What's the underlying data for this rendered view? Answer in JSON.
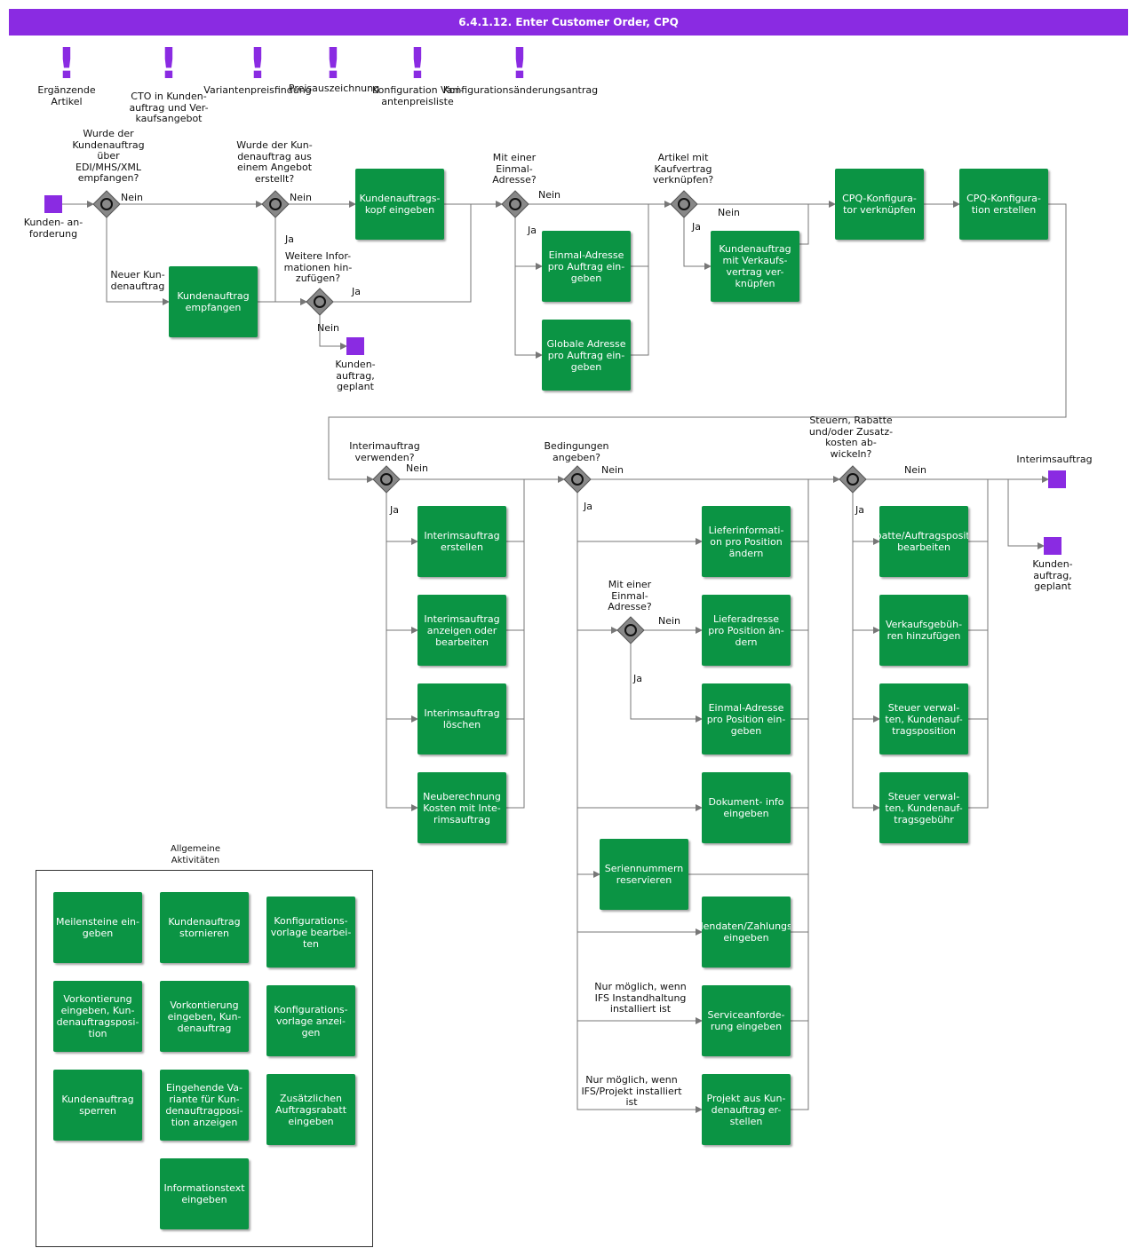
{
  "title": "6.4.1.12. Enter Customer Order, CPQ",
  "colors": {
    "header": "#8a2be2",
    "activity": "#0b9444",
    "event": "#8a2be2",
    "gateway": "#888888"
  },
  "notes": [
    "Ergänzende\nArtikel",
    "CTO in Kunden-\nauftrag und Ver-\nkaufsangebot",
    "Variantenpreisfindung",
    "Preisauszeichnung",
    "Konfiguration Vari-\nantenpreisliste",
    "Konfigurationsänderungsantrag"
  ],
  "events": {
    "start": "Kunden- an-\nforderung",
    "end_planned_1": "Kunden-\nauftrag,\ngeplant",
    "end_interim": "Interimsauftrag",
    "end_planned_2": "Kunden-\nauftrag,\ngeplant"
  },
  "gateways": {
    "g1": "Wurde der\nKundenauftrag\nüber\nEDI/MHS/XML\nempfangen?",
    "g2": "Wurde der Kun-\ndenauftrag aus\neinem Angebot\nerstellt?",
    "g3": "Weitere Infor-\nmationen hin-\nzufügen?",
    "g4": "Mit einer\nEinmal-\nAdresse?",
    "g5": "Artikel mit\nKaufvertrag\nverknüpfen?",
    "g6": "Interimauftrag\nverwenden?",
    "g7": "Bedingungen\nangeben?",
    "g8": "Mit einer\nEinmal-\nAdresse?",
    "g9": "Steuern, Rabatte\nund/oder Zusatz-\nkosten ab-\nwickeln?"
  },
  "edge_labels": {
    "nein": "Nein",
    "ja": "Ja",
    "neuer": "Neuer Kun-\ndenauftrag",
    "only_service": "Nur möglich, wenn\nIFS Instandhaltung\ninstalliert ist",
    "only_project": "Nur möglich, wenn\nIFS/Projekt installiert\nist"
  },
  "activities": {
    "kopf": "Kundenauftrags-\nkopf eingeben",
    "empfangen": "Kundenauftrag\nempfangen",
    "einmal1": "Einmal-Adresse\npro Auftrag ein-\ngeben",
    "global1": "Globale Adresse\npro Auftrag ein-\ngeben",
    "kaufvertrag": "Kundenauftrag\nmit Verkaufs-\nvertrag ver-\nknüpfen",
    "cpq_link": "CPQ-Konfigura-\ntor verknüpfen",
    "cpq_create": "CPQ-Konfigura-\ntion erstellen",
    "interim_create": "Interimsauftrag\nerstellen",
    "interim_edit": "Interimsauftrag\nanzeigen oder\nbearbeiten",
    "interim_delete": "Interimsauftrag\nlöschen",
    "interim_recalc": "Neuberechnung\nKosten mit Inte-\nrimsauftrag",
    "lieferinfo": "Lieferinformati-\non pro Position\nändern",
    "lieferadresse": "Lieferadresse\npro Position än-\ndern",
    "einmal_pos": "Einmal-Adresse\npro Position ein-\ngeben",
    "dokument": "Dokument- info\neingeben",
    "serien": "Seriennummern\nreservieren",
    "kunden_zahlung": "Kundendaten/Zahlungsbed.\neingeben",
    "service": "Serviceanforde-\nrung eingeben",
    "projekt": "Projekt aus Kun-\ndenauftrag er-\nstellen",
    "rabatte": "Rabatte/Auftragsposition\nbearbeiten",
    "gebuehren": "Verkaufsgebüh-\nren hinzufügen",
    "steuer_pos": "Steuer verwal-\nten, Kundenauf-\ntragsposition",
    "steuer_geb": "Steuer verwal-\nten, Kundenauf-\ntragsgebühr"
  },
  "general": {
    "title": "Allgemeine\nAktivitäten",
    "items": [
      "Meilensteine ein-\ngeben",
      "Kundenauftrag\nstornieren",
      "Konfigurations-\nvorlage bearbei-\nten",
      "Vorkontierung\neingeben, Kun-\ndenauftragsposi-\ntion",
      "Vorkontierung\neingeben, Kun-\ndenauftrag",
      "Konfigurations-\nvorlage anzei-\ngen",
      "Kundenauftrag\nsperren",
      "Eingehende Va-\nriante für Kun-\ndenauftragposi-\ntion anzeigen",
      "Zusätzlichen\nAuftragsrabatt\neingeben",
      "Informationstext\neingeben"
    ]
  }
}
